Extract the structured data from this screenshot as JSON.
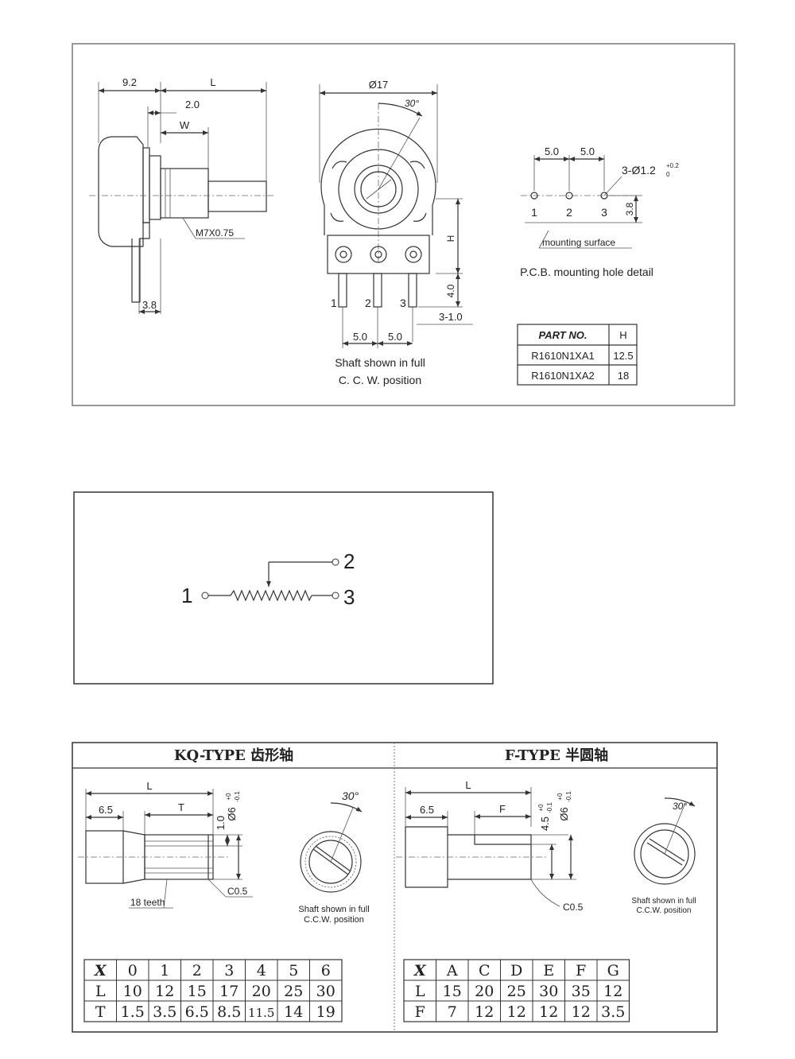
{
  "panel1": {
    "side": {
      "dim_92": "9.2",
      "dim_L": "L",
      "dim_20": "2.0",
      "dim_W": "W",
      "thread": "M7X0.75",
      "dim_38": "3.8"
    },
    "front": {
      "dia": "Ø17",
      "angle": "30°",
      "dim_H": "H",
      "dim_40": "4.0",
      "pin_spec": "3-1.0",
      "pitch_a": "5.0",
      "pitch_b": "5.0",
      "pin1": "1",
      "pin2": "2",
      "pin3": "3",
      "caption_line1": "Shaft shown in full",
      "caption_line2": "C. C. W.  position"
    },
    "pcb": {
      "pitch_a": "5.0",
      "pitch_b": "5.0",
      "hole_spec": "3-Ø1.2",
      "tol_plus": "+0.2",
      "tol_minus": "0",
      "hole1": "1",
      "hole2": "2",
      "hole3": "3",
      "dim_38": "3.8",
      "mount_label": "mounting surface",
      "caption": "P.C.B.  mounting hole detail"
    },
    "part_table": {
      "headers": [
        "PART NO.",
        "H"
      ],
      "rows": [
        [
          "R1610N1XA1",
          "12.5"
        ],
        [
          "R1610N1XA2",
          "18"
        ]
      ]
    }
  },
  "panel2": {
    "terminal1": "1",
    "terminal2": "2",
    "terminal3": "3"
  },
  "panel3": {
    "kq": {
      "title": "KQ-TYPE 齿形轴",
      "dim_L": "L",
      "dim_65": "6.5",
      "dim_T": "T",
      "dim_10": "1.0",
      "dia": "Ø6",
      "dia_tol_plus": "+0",
      "dia_tol_minus": "-0.1",
      "teeth": "18 teeth",
      "chamfer": "C0.5",
      "angle": "30°",
      "caption_line1": "Shaft shown in full",
      "caption_line2": "C.C.W. position",
      "table": {
        "header": [
          "X",
          "0",
          "1",
          "2",
          "3",
          "4",
          "5",
          "6"
        ],
        "row_L": [
          "L",
          "10",
          "12",
          "15",
          "17",
          "20",
          "25",
          "30"
        ],
        "row_T": [
          "T",
          "1.5",
          "3.5",
          "6.5",
          "8.5",
          "11.5",
          "14",
          "19"
        ]
      }
    },
    "f": {
      "title": "F-TYPE 半圆轴",
      "dim_L": "L",
      "dim_65": "6.5",
      "dim_F": "F",
      "dim_45": "4.5",
      "dim_45_tol_plus": "+0",
      "dim_45_tol_minus": "-0.1",
      "dia": "Ø6",
      "dia_tol_plus": "+0",
      "dia_tol_minus": "-0.1",
      "chamfer": "C0.5",
      "angle": "30°",
      "caption_line1": "Shaft shown in full",
      "caption_line2": "C.C.W. position",
      "table": {
        "header": [
          "X",
          "A",
          "C",
          "D",
          "E",
          "F",
          "G"
        ],
        "row_L": [
          "L",
          "15",
          "20",
          "25",
          "30",
          "35",
          "12"
        ],
        "row_F": [
          "F",
          "7",
          "12",
          "12",
          "12",
          "12",
          "3.5"
        ]
      }
    }
  }
}
